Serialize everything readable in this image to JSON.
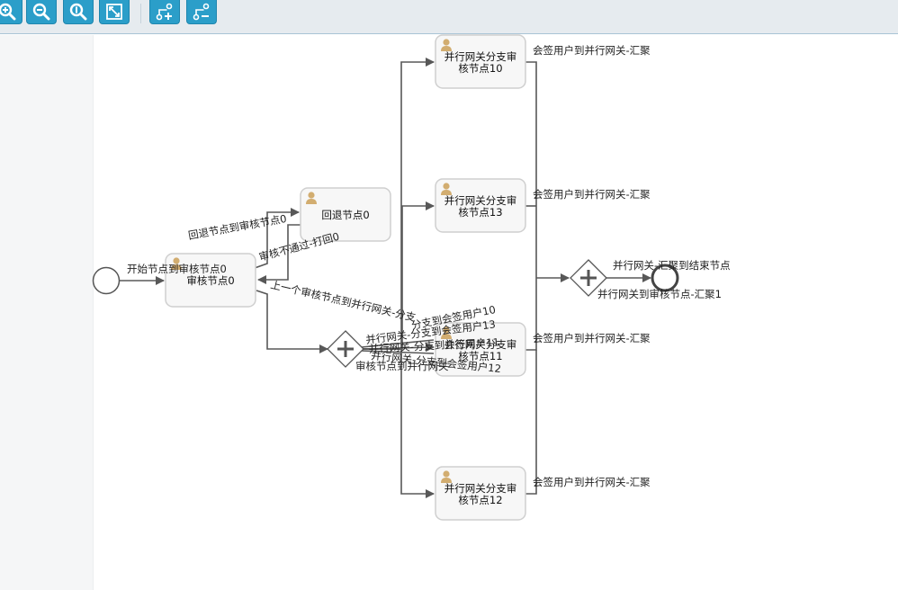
{
  "toolbar": {
    "buttons": [
      {
        "icon": "zoom-in-icon"
      },
      {
        "icon": "zoom-out-icon"
      },
      {
        "icon": "zoom-actual-icon"
      },
      {
        "icon": "fit-to-screen-icon"
      },
      {
        "icon": "add-flow-icon"
      },
      {
        "icon": "remove-flow-icon"
      }
    ],
    "accent_color": "#2b9ec9"
  },
  "diagram": {
    "tasks": [
      {
        "id": "audit0",
        "lines": [
          "审核节点0"
        ]
      },
      {
        "id": "back0",
        "lines": [
          "回退节点0"
        ]
      },
      {
        "id": "branch10",
        "lines": [
          "并行网关分支审",
          "核节点10"
        ]
      },
      {
        "id": "branch13",
        "lines": [
          "并行网关分支审",
          "核节点13"
        ]
      },
      {
        "id": "branch11",
        "lines": [
          "并行网关分支审",
          "核节点11"
        ]
      },
      {
        "id": "branch12",
        "lines": [
          "并行网关分支审",
          "核节点12"
        ]
      }
    ],
    "flow_labels": {
      "start_to_audit": "开始节点到审核节点0",
      "back_to_audit": "回退节点到审核节点0",
      "reject_back": "审核不通过-打回0",
      "audit_to_gateway": "上一个审核节点到并行网关-分支",
      "split_to_10": "分支到会签用户10",
      "split_to_13": "并行网关-分支到会签用户13",
      "split_to_11": "并行网关-分支到会签用户11",
      "split_to_12": "并行网关-分支到会签用户12",
      "audit_to_gateway2": "审核节点到并行网关",
      "join_from_10": "会签用户到并行网关-汇聚",
      "join_from_13": "会签用户到并行网关-汇聚",
      "join_from_11": "会签用户到并行网关-汇聚",
      "join_from_12": "会签用户到并行网关-汇聚",
      "join_to_end": "并行网关-汇聚到结束节点",
      "join_to_audit": "并行网关到审核节点-汇聚1"
    }
  }
}
